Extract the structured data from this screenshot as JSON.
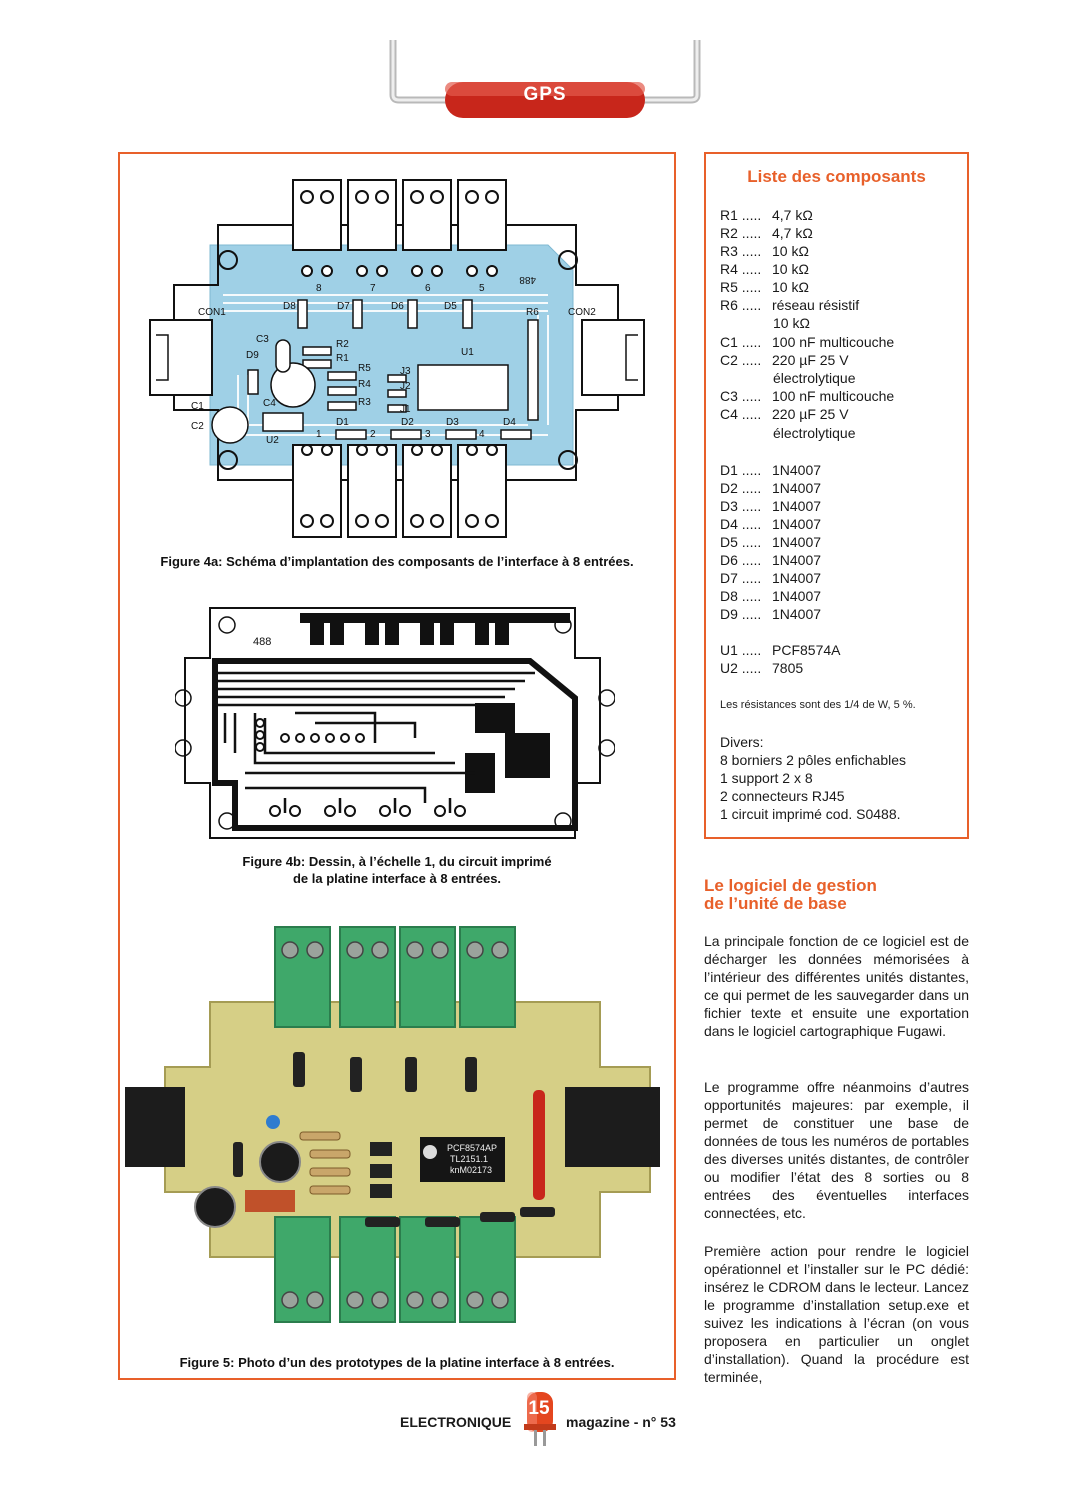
{
  "header": {
    "section_tag": "GPS"
  },
  "figures": {
    "fig4a": {
      "caption": "Figure 4a: Schéma d’implantation des composants de l’interface à 8 entrées.",
      "labels": {
        "con1": "CON1",
        "con2": "CON2",
        "d8": "D8",
        "d7": "D7",
        "d6": "D6",
        "d5": "D5",
        "n8": "8",
        "n7": "7",
        "n6": "6",
        "n5": "5",
        "r6": "R6",
        "r2": "R2",
        "r1": "R1",
        "c3": "C3",
        "d9": "D9",
        "u1": "U1",
        "r5": "R5",
        "r4": "R4",
        "r3": "R3",
        "j3": "J3",
        "j2": "J2",
        "j1": "J1",
        "c4": "C4",
        "c1": "C1",
        "c2": "C2",
        "u2": "U2",
        "d1": "D1",
        "d2": "D2",
        "d3": "D3",
        "d4": "D4",
        "n1": "1",
        "n2": "2",
        "n3": "3",
        "n4": "4",
        "code": "488"
      }
    },
    "fig4b": {
      "caption_line1": "Figure 4b: Dessin, à l’échelle 1, du circuit imprimé",
      "caption_line2": "de la platine interface à 8 entrées.",
      "code": "488"
    },
    "fig5": {
      "caption": "Figure 5: Photo d’un des prototypes de la platine interface à 8 entrées.",
      "chip_line1": "PCF8574AP",
      "chip_line2": "TL2151.1",
      "chip_line3": "knM02173"
    }
  },
  "components": {
    "title": "Liste des composants",
    "rows": [
      {
        "ref": "R1 .....",
        "value": "4,7 kΩ"
      },
      {
        "ref": "R2 .....",
        "value": "4,7 kΩ"
      },
      {
        "ref": "R3 .....",
        "value": "10 kΩ"
      },
      {
        "ref": "R4 .....",
        "value": "10 kΩ"
      },
      {
        "ref": "R5 .....",
        "value": "10 kΩ"
      },
      {
        "ref": "R6 .....",
        "value": "réseau résistif"
      },
      {
        "ref": "C1 .....",
        "value": "100 nF multicouche"
      },
      {
        "ref": "C2 .....",
        "value": "220 µF 25 V"
      },
      {
        "ref": "C3 .....",
        "value": "100 nF multicouche"
      },
      {
        "ref": "C4 .....",
        "value": "220 µF 25 V"
      },
      {
        "ref": "D1 .....",
        "value": "1N4007"
      },
      {
        "ref": "D2 .....",
        "value": "1N4007"
      },
      {
        "ref": "D3 .....",
        "value": "1N4007"
      },
      {
        "ref": "D4 .....",
        "value": "1N4007"
      },
      {
        "ref": "D5 .....",
        "value": "1N4007"
      },
      {
        "ref": "D6 .....",
        "value": "1N4007"
      },
      {
        "ref": "D7 .....",
        "value": "1N4007"
      },
      {
        "ref": "D8 .....",
        "value": "1N4007"
      },
      {
        "ref": "D9 .....",
        "value": "1N4007"
      },
      {
        "ref": "U1 .....",
        "value": "PCF8574A"
      },
      {
        "ref": "U2 .....",
        "value": "7805"
      }
    ],
    "continuations": {
      "r6": "10 kΩ",
      "c2": "électrolytique",
      "c4": "électrolytique"
    },
    "note": "Les résistances sont des 1/4 de W, 5 %.",
    "divers": [
      "Divers:",
      "8 borniers 2 pôles enfichables",
      "1 support 2 x 8",
      "2 connecteurs RJ45",
      "1 circuit imprimé cod. S0488."
    ]
  },
  "section": {
    "title_line1": "Le logiciel de gestion",
    "title_line2": "de l’unité de base",
    "paragraphs": [
      "La principale fonction de ce logiciel est de décharger les données mémorisées à l’intérieur des différentes unités distantes, ce qui permet de les sauvegarder dans un fichier texte et ensuite une exportation dans le logiciel cartographique Fugawi.",
      "Le programme offre néanmoins d’autres opportunités majeures: par exemple, il permet de constituer une base de données de tous les numéros de portables des diverses unités distantes, de contrôler ou modifier l’état des 8 sorties ou 8 entrées des éventuelles interfaces connectées, etc.",
      "Première action pour rendre le logiciel opérationnel et l’installer sur le PC dédié: insérez le CDROM dans le lecteur. Lancez le programme d’installation setup.exe et suivez les indications à l’écran (on vous proposera en particulier un onglet d’installation). Quand la procédure est terminée,"
    ]
  },
  "footer": {
    "left": "ELECTRONIQUE",
    "page_number": "15",
    "right": "magazine - n° 53"
  },
  "colors": {
    "accent": "#e8602a",
    "resistor_red": "#c8261b",
    "pcb_blue": "#9fd0e6",
    "pcb_green": "#d8d28a",
    "terminal_green": "#3fa86a"
  }
}
